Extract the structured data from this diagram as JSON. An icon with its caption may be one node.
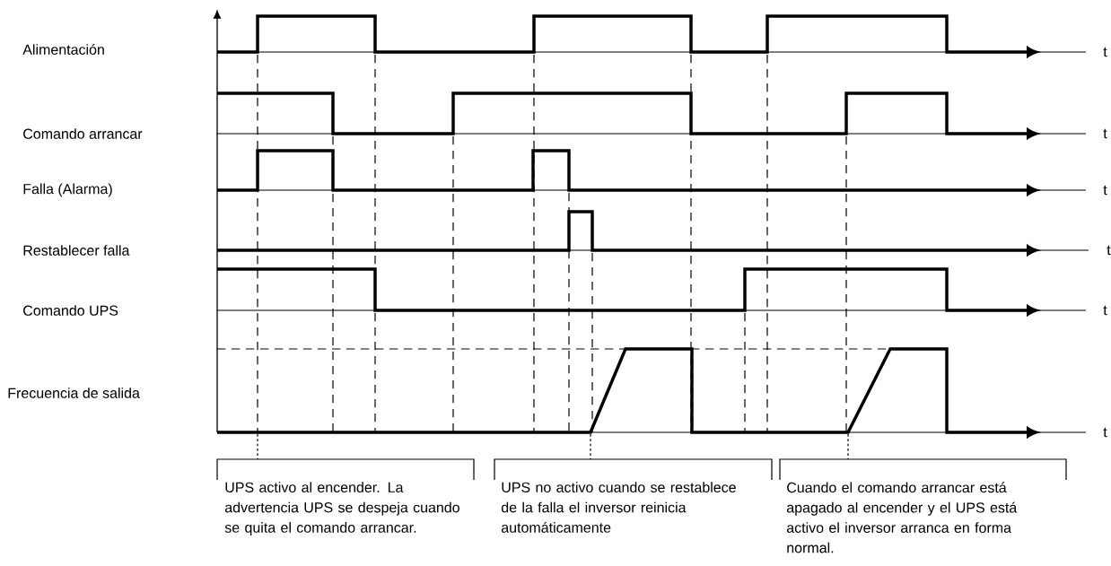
{
  "diagram": {
    "labels": [
      "Alimentación",
      "t",
      "Comando arrancar",
      "t",
      "Falla (Alarma)",
      "t",
      "Restablecer falla",
      "t",
      "Comando UPS",
      "t",
      "Frecuencia de salida",
      "t",
      "UPS activo al encender. La advertencia UPS se despeja cuando se quita el comando arrancar.",
      "UPS no activo cuando se restablece de la falla el inversor reinicia automáticamente",
      "Cuando el comando arrancar está apagado al encender y el UPS está activo el inversor arranca en forma normal."
    ]
  }
}
